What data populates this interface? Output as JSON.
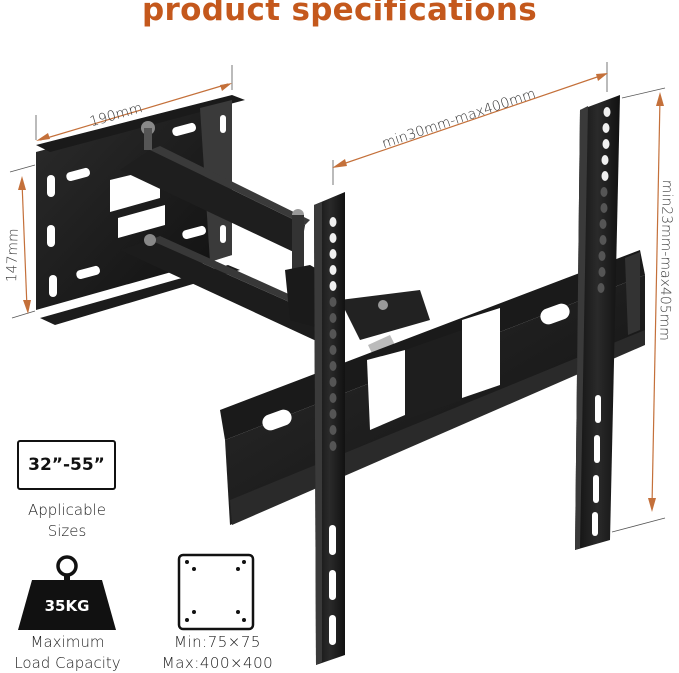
{
  "header": {
    "title": "product specifications",
    "title_color": "#c4581c"
  },
  "dimensions": {
    "wall_plate_width": "190mm",
    "wall_plate_height": "147mm",
    "arm_extension": "min30mm-max400mm",
    "tv_bracket_height": "min23mm-max405mm",
    "dimension_line_color": "#c4703a"
  },
  "specs": {
    "applicable_sizes": {
      "value": "32”-55”",
      "label_line1": "Applicable",
      "label_line2": "Sizes",
      "icon": "tv-size-box-icon"
    },
    "load_capacity": {
      "value": "35KG",
      "label_line1": "Maximum",
      "label_line2": "Load Capacity",
      "icon": "weight-icon"
    },
    "vesa": {
      "label_line1": "Min:75×75",
      "label_line2": "Max:400×400",
      "icon": "vesa-pattern-icon"
    }
  },
  "product": {
    "image": "full-motion-tv-wall-mount",
    "color": "#1a1a1a"
  }
}
